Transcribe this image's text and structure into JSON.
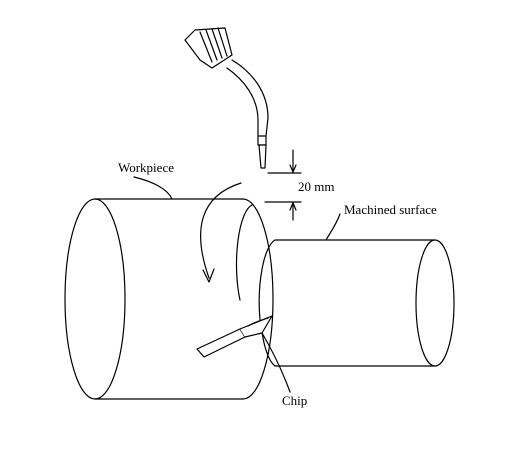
{
  "labels": {
    "workpiece": "Workpiece",
    "gap": "20 mm",
    "machined_surface": "Machined surface",
    "chip": "Chip"
  },
  "colors": {
    "ink": "#000000",
    "background": "#ffffff"
  }
}
